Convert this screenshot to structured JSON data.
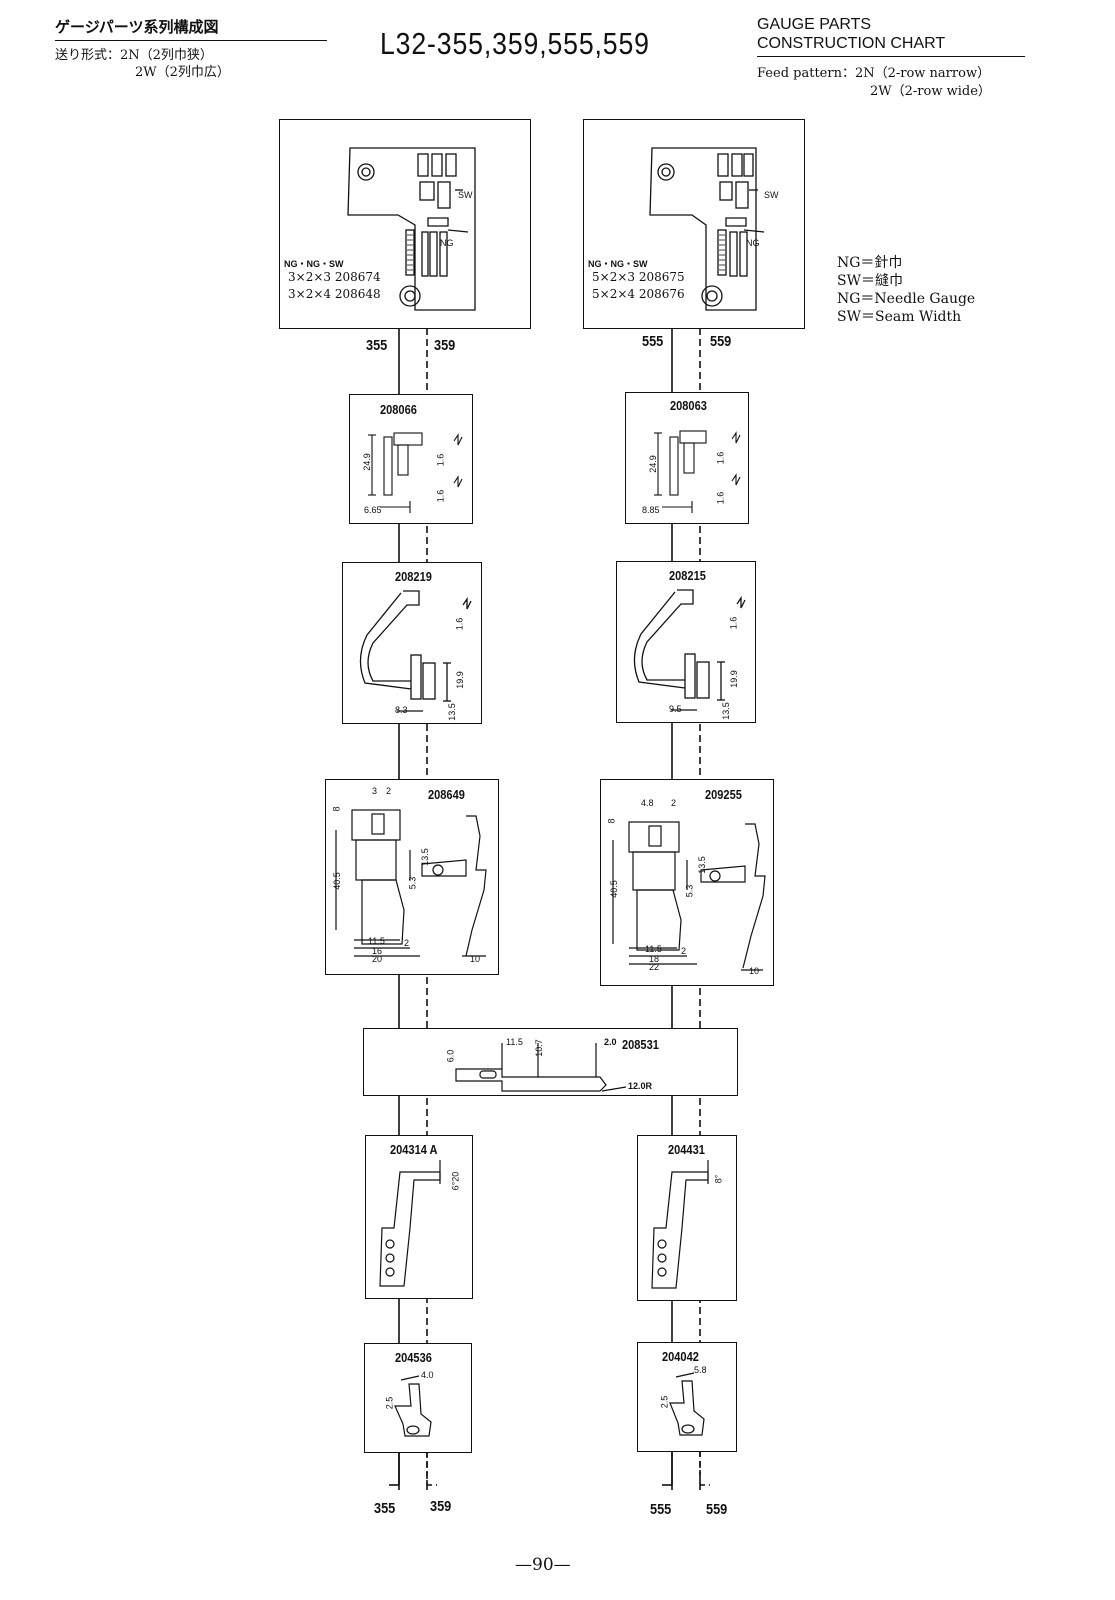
{
  "header": {
    "jp_title": "ゲージパーツ系列構成図",
    "jp_feed_line1": "送り形式：2N（2列巾狭）",
    "jp_feed_line2": "2W（2列巾広）",
    "model": "L32-355,359,555,559",
    "en_title_line1": "GAUGE PARTS",
    "en_title_line2": "CONSTRUCTION CHART",
    "feed_line1": "Feed pattern：2N（2-row narrow）",
    "feed_line2": "2W（2-row wide）"
  },
  "legend": {
    "line1": "NG＝針巾",
    "line2": "SW＝縫巾",
    "line3": "NG＝Needle Gauge",
    "line4": "SW＝Seam Width"
  },
  "needle_plates": {
    "left": {
      "header": "NG・NG・SW",
      "row1": "3×2×3  208674",
      "row2": "3×2×4  208648"
    },
    "right": {
      "header": "NG・NG・SW",
      "row1": "5×2×3  208675",
      "row2": "5×2×4  208676"
    },
    "sw_label": "SW",
    "ng_label": "NG"
  },
  "routes": {
    "r355": "355",
    "r359": "359",
    "r555": "555",
    "r559": "559"
  },
  "parts": {
    "p208066": "208066",
    "p208063": "208063",
    "p208219": "208219",
    "p208215": "208215",
    "p208649": "208649",
    "p209255": "209255",
    "p208531": "208531",
    "p204314A": "204314 A",
    "p204431": "204431",
    "p204536": "204536",
    "p204042": "204042"
  },
  "dims": {
    "d24_9": "24.9",
    "d1_6": "1.6",
    "d6_65": "6.65",
    "d8_85": "8.85",
    "d19_9": "19.9",
    "d13_5": "13.5",
    "d8_3": "8.3",
    "d9_5": "9.5",
    "d3": "3",
    "d2": "2",
    "d4_8": "4.8",
    "d8": "8",
    "d40_5": "40.5",
    "d5_3": "5.3",
    "d11_5": "11.5",
    "d16": "16",
    "d20": "20",
    "d18": "18",
    "d22": "22",
    "d10": "10",
    "d6_0": "6.0",
    "d10_7": "10.7",
    "d2_0": "2.0",
    "d12_0R": "12.0R",
    "d6_20": "6°20",
    "d8deg": "8°",
    "d2_5": "2.5",
    "d4_0": "4.0",
    "d5_8": "5.8"
  },
  "page_number": "—90—"
}
